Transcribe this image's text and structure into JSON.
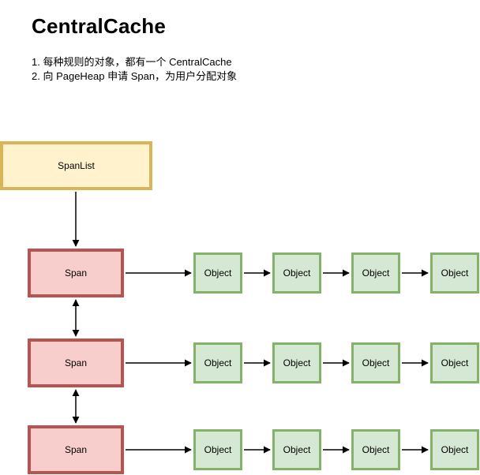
{
  "header": {
    "title": "CentralCache",
    "notes": [
      "1. 每种规则的对象，都有一个 CentralCache",
      "2. 向 PageHeap 申请 Span，为用户分配对象"
    ]
  },
  "diagram": {
    "spanlist_label": "SpanList",
    "rows": [
      {
        "span_label": "Span",
        "objects": [
          "Object",
          "Object",
          "Object",
          "Object"
        ]
      },
      {
        "span_label": "Span",
        "objects": [
          "Object",
          "Object",
          "Object",
          "Object"
        ]
      },
      {
        "span_label": "Span",
        "objects": [
          "Object",
          "Object",
          "Object",
          "Object"
        ]
      }
    ],
    "colors": {
      "spanlist_fill": "#FFF2CC",
      "spanlist_border": "#D6B656",
      "span_fill": "#F8CECC",
      "span_border": "#B85450",
      "object_fill": "#D5E8D4",
      "object_border": "#82B366",
      "arrow": "#000000"
    }
  }
}
